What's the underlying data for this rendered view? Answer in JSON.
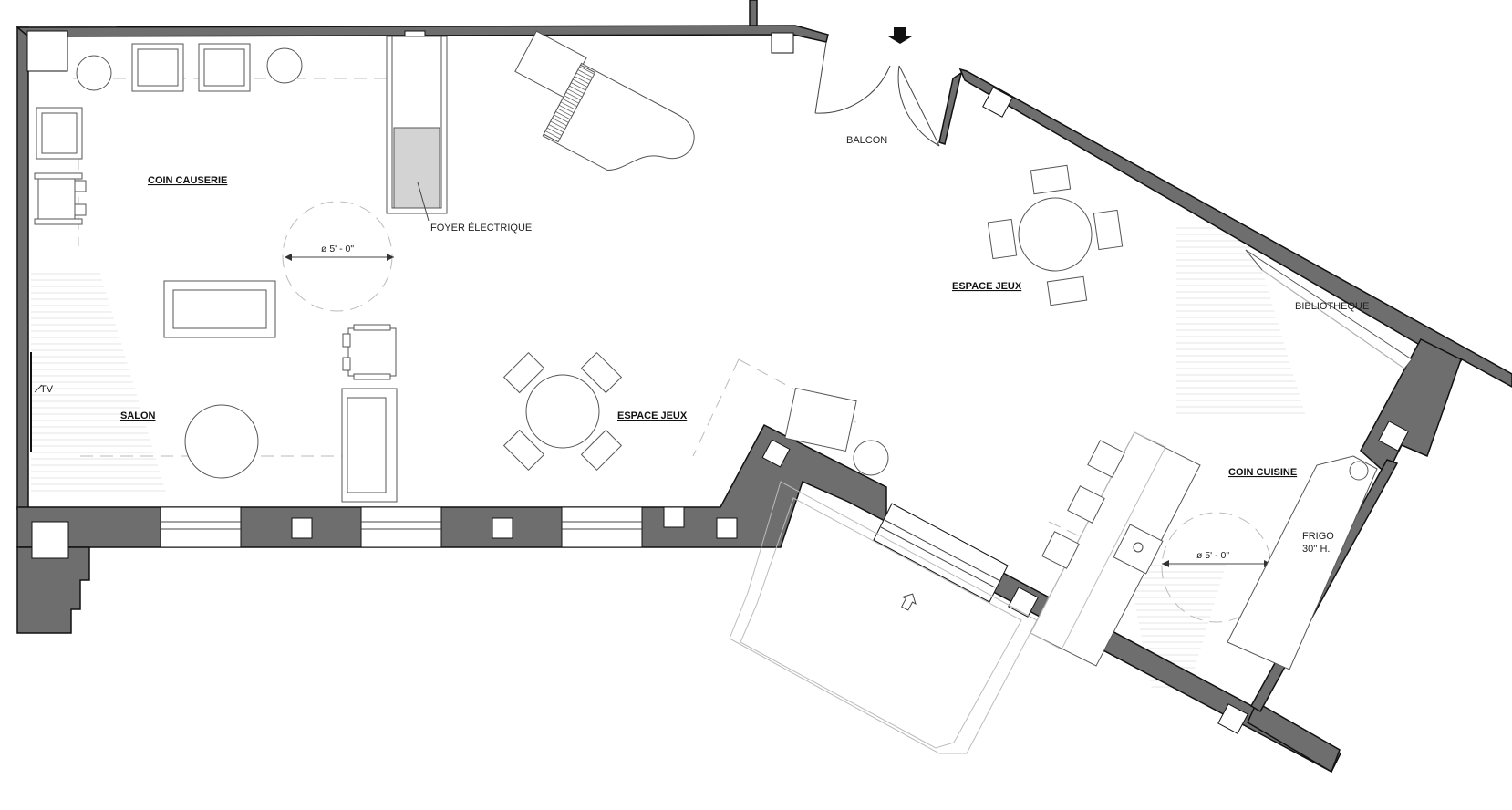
{
  "labels": {
    "coin_causerie": "COIN CAUSERIE",
    "salon": "SALON",
    "espace_jeux_left": "ESPACE JEUX",
    "espace_jeux_right": "ESPACE JEUX",
    "coin_cuisine": "COIN CUISINE",
    "balcon": "BALCON",
    "foyer": "FOYER ÉLECTRIQUE",
    "tv": "TV",
    "bibliotheque": "BIBLIOTHÈQUE",
    "frigo_line1": "FRIGO",
    "frigo_line2": "30'' H.",
    "dim_left": "ø 5' - 0\"",
    "dim_right": "ø 5' - 0\""
  },
  "colors": {
    "wall": "#6e6e6e",
    "outline": "#111111",
    "furniture": "#555555",
    "hatch": "#e4e4e4"
  }
}
